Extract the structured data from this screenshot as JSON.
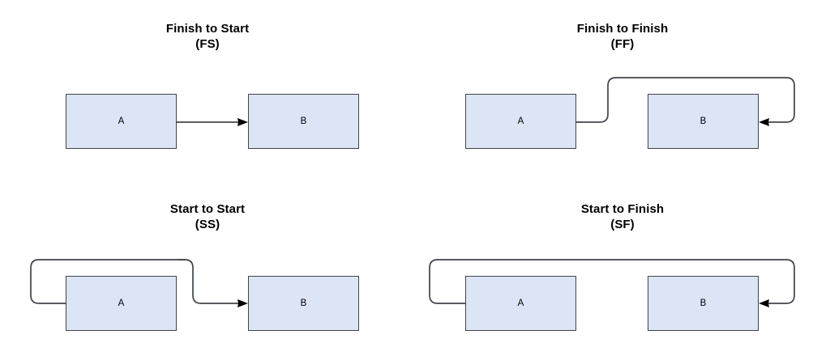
{
  "diagram": {
    "title_font_size": 15,
    "node_fill": "#dce5f6",
    "node_stroke": "#40444a",
    "connector_stroke": "#40444a",
    "background": "#ffffff"
  },
  "panels": [
    {
      "id": "fs",
      "title_line1": "Finish to Start",
      "title_line2": "(FS)",
      "abbr": "FS",
      "node_a_label": "A",
      "node_b_label": "B",
      "relationship": "A finish connects to B start"
    },
    {
      "id": "ff",
      "title_line1": "Finish to Finish",
      "title_line2": "(FF)",
      "abbr": "FF",
      "node_a_label": "A",
      "node_b_label": "B",
      "relationship": "A finish connects to B finish"
    },
    {
      "id": "ss",
      "title_line1": "Start to Start",
      "title_line2": "(SS)",
      "abbr": "SS",
      "node_a_label": "A",
      "node_b_label": "B",
      "relationship": "A start connects to B start"
    },
    {
      "id": "sf",
      "title_line1": "Start to Finish",
      "title_line2": "(SF)",
      "abbr": "SF",
      "node_a_label": "A",
      "node_b_label": "B",
      "relationship": "A start connects to B finish"
    }
  ]
}
